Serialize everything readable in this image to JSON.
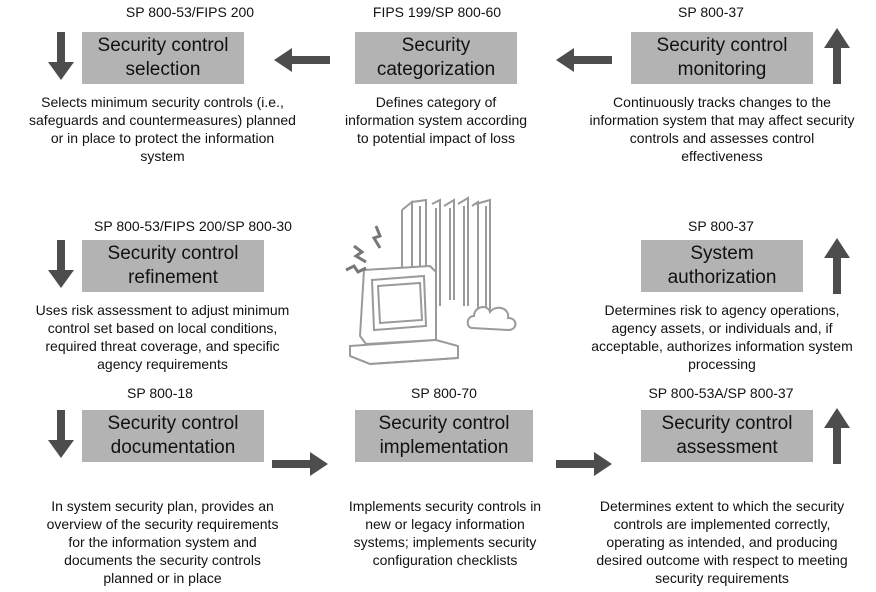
{
  "steps": {
    "selection": {
      "reference": "SP 800-53/FIPS 200",
      "title_line1": "Security control",
      "title_line2": "selection",
      "desc": [
        "Selects minimum security controls (i.e.,",
        "safeguards and countermeasures) planned",
        "or in place to protect the information",
        "system"
      ]
    },
    "categorization": {
      "reference": "FIPS 199/SP 800-60",
      "title_line1": "Security",
      "title_line2": "categorization",
      "desc": [
        "Defines category of",
        "information system according",
        "to potential impact of loss"
      ]
    },
    "monitoring": {
      "reference": "SP 800-37",
      "title_line1": "Security control",
      "title_line2": "monitoring",
      "desc": [
        "Continuously tracks changes to the",
        "information system that may affect security",
        "controls and assesses control",
        "effectiveness"
      ]
    },
    "refinement": {
      "reference": "SP 800-53/FIPS 200/SP 800-30",
      "title_line1": "Security control",
      "title_line2": "refinement",
      "desc": [
        "Uses risk assessment to adjust minimum",
        "control set based on local conditions,",
        "required threat coverage, and specific",
        "agency requirements"
      ]
    },
    "authorization": {
      "reference": "SP 800-37",
      "title_line1": "System",
      "title_line2": "authorization",
      "desc": [
        "Determines risk to agency operations,",
        "agency assets, or individuals and, if",
        "acceptable, authorizes information system",
        "processing"
      ]
    },
    "documentation": {
      "reference": "SP 800-18",
      "title_line1": "Security control",
      "title_line2": "documentation",
      "desc": [
        "In system security plan, provides an",
        "overview of the security requirements",
        "for the information system and",
        "documents the security controls",
        "planned or in place"
      ]
    },
    "implementation": {
      "reference": "SP 800-70",
      "title_line1": "Security control",
      "title_line2": "implementation",
      "desc": [
        "Implements security controls in",
        "new or legacy information",
        "systems; implements security",
        "configuration checklists"
      ]
    },
    "assessment": {
      "reference": "SP 800-53A/SP 800-37",
      "title_line1": "Security control",
      "title_line2": "assessment",
      "desc": [
        "Determines extent to which the security",
        "controls are implemented correctly,",
        "operating as intended, and producing",
        "desired outcome with respect to meeting",
        "security requirements"
      ]
    }
  },
  "colors": {
    "box": "#b3b3b3",
    "arrow": "#4d4d4d"
  },
  "icons": {
    "center": "computer-illustration-icon"
  }
}
